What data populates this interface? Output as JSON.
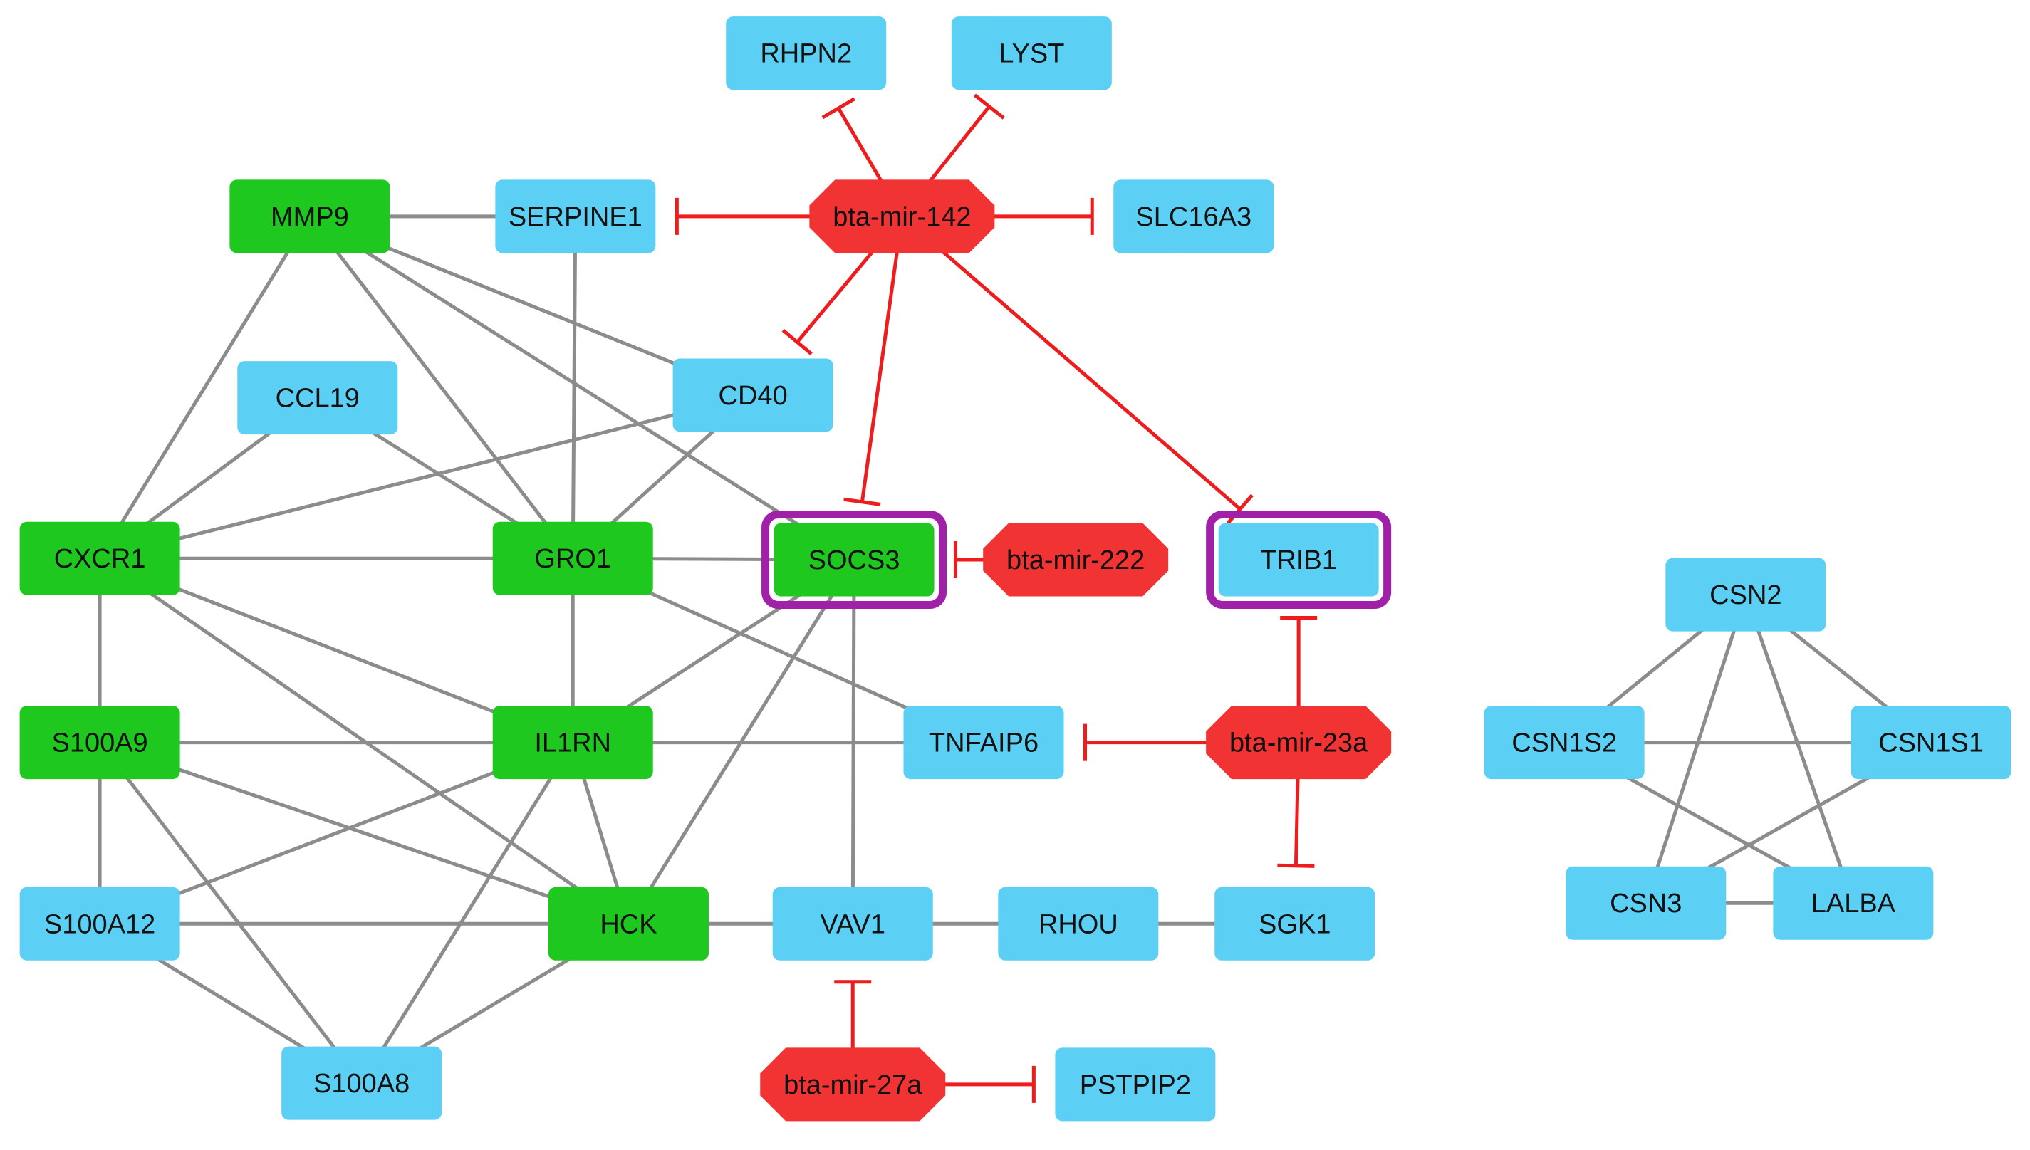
{
  "colors": {
    "gene_blue": "#5bcff4",
    "gene_green": "#1ec81e",
    "mirna_red": "#f23333",
    "highlight_border": "#a020a8",
    "ppi_edge": "#8c8c8c",
    "inhibition_edge": "#ee1c1c"
  },
  "nodes": [
    {
      "id": "RHPN2",
      "label": "RHPN2",
      "kind": "gene",
      "color": "blue"
    },
    {
      "id": "LYST",
      "label": "LYST",
      "kind": "gene",
      "color": "blue"
    },
    {
      "id": "MMP9",
      "label": "MMP9",
      "kind": "gene",
      "color": "green"
    },
    {
      "id": "SERPINE1",
      "label": "SERPINE1",
      "kind": "gene",
      "color": "blue"
    },
    {
      "id": "mir142",
      "label": "bta-mir-142",
      "kind": "mirna"
    },
    {
      "id": "SLC16A3",
      "label": "SLC16A3",
      "kind": "gene",
      "color": "blue"
    },
    {
      "id": "CCL19",
      "label": "CCL19",
      "kind": "gene",
      "color": "blue"
    },
    {
      "id": "CD40",
      "label": "CD40",
      "kind": "gene",
      "color": "blue"
    },
    {
      "id": "CXCR1",
      "label": "CXCR1",
      "kind": "gene",
      "color": "green"
    },
    {
      "id": "GRO1",
      "label": "GRO1",
      "kind": "gene",
      "color": "green"
    },
    {
      "id": "SOCS3",
      "label": "SOCS3",
      "kind": "gene",
      "color": "green",
      "highlight": true
    },
    {
      "id": "mir222",
      "label": "bta-mir-222",
      "kind": "mirna"
    },
    {
      "id": "TRIB1",
      "label": "TRIB1",
      "kind": "gene",
      "color": "blue",
      "highlight": true
    },
    {
      "id": "CSN2",
      "label": "CSN2",
      "kind": "gene",
      "color": "blue"
    },
    {
      "id": "S100A9",
      "label": "S100A9",
      "kind": "gene",
      "color": "green"
    },
    {
      "id": "IL1RN",
      "label": "IL1RN",
      "kind": "gene",
      "color": "green"
    },
    {
      "id": "TNFAIP6",
      "label": "TNFAIP6",
      "kind": "gene",
      "color": "blue"
    },
    {
      "id": "mir23a",
      "label": "bta-mir-23a",
      "kind": "mirna"
    },
    {
      "id": "CSN1S2",
      "label": "CSN1S2",
      "kind": "gene",
      "color": "blue"
    },
    {
      "id": "CSN1S1",
      "label": "CSN1S1",
      "kind": "gene",
      "color": "blue"
    },
    {
      "id": "S100A12",
      "label": "S100A12",
      "kind": "gene",
      "color": "blue"
    },
    {
      "id": "HCK",
      "label": "HCK",
      "kind": "gene",
      "color": "green"
    },
    {
      "id": "VAV1",
      "label": "VAV1",
      "kind": "gene",
      "color": "blue"
    },
    {
      "id": "RHOU",
      "label": "RHOU",
      "kind": "gene",
      "color": "blue"
    },
    {
      "id": "SGK1",
      "label": "SGK1",
      "kind": "gene",
      "color": "blue"
    },
    {
      "id": "CSN3",
      "label": "CSN3",
      "kind": "gene",
      "color": "blue"
    },
    {
      "id": "LALBA",
      "label": "LALBA",
      "kind": "gene",
      "color": "blue"
    },
    {
      "id": "S100A8",
      "label": "S100A8",
      "kind": "gene",
      "color": "blue"
    },
    {
      "id": "mir27a",
      "label": "bta-mir-27a",
      "kind": "mirna"
    },
    {
      "id": "PSTPIP2",
      "label": "PSTPIP2",
      "kind": "gene",
      "color": "blue"
    }
  ],
  "interactions": [
    [
      "MMP9",
      "SERPINE1"
    ],
    [
      "MMP9",
      "CXCR1"
    ],
    [
      "MMP9",
      "GRO1"
    ],
    [
      "MMP9",
      "CD40"
    ],
    [
      "MMP9",
      "SOCS3"
    ],
    [
      "SERPINE1",
      "GRO1"
    ],
    [
      "CCL19",
      "CXCR1"
    ],
    [
      "CCL19",
      "GRO1"
    ],
    [
      "CD40",
      "CXCR1"
    ],
    [
      "CD40",
      "GRO1"
    ],
    [
      "CXCR1",
      "GRO1"
    ],
    [
      "CXCR1",
      "S100A9"
    ],
    [
      "CXCR1",
      "IL1RN"
    ],
    [
      "CXCR1",
      "HCK"
    ],
    [
      "GRO1",
      "SOCS3"
    ],
    [
      "GRO1",
      "IL1RN"
    ],
    [
      "GRO1",
      "TNFAIP6"
    ],
    [
      "SOCS3",
      "IL1RN"
    ],
    [
      "SOCS3",
      "HCK"
    ],
    [
      "SOCS3",
      "VAV1"
    ],
    [
      "S100A9",
      "IL1RN"
    ],
    [
      "S100A9",
      "S100A12"
    ],
    [
      "S100A9",
      "HCK"
    ],
    [
      "S100A9",
      "S100A8"
    ],
    [
      "IL1RN",
      "TNFAIP6"
    ],
    [
      "IL1RN",
      "S100A12"
    ],
    [
      "IL1RN",
      "HCK"
    ],
    [
      "IL1RN",
      "S100A8"
    ],
    [
      "S100A12",
      "HCK"
    ],
    [
      "S100A12",
      "S100A8"
    ],
    [
      "HCK",
      "VAV1"
    ],
    [
      "HCK",
      "S100A8"
    ],
    [
      "VAV1",
      "RHOU"
    ],
    [
      "RHOU",
      "SGK1"
    ],
    [
      "CSN2",
      "CSN1S2"
    ],
    [
      "CSN2",
      "CSN1S1"
    ],
    [
      "CSN2",
      "CSN3"
    ],
    [
      "CSN2",
      "LALBA"
    ],
    [
      "CSN1S2",
      "CSN1S1"
    ],
    [
      "CSN1S2",
      "LALBA"
    ],
    [
      "CSN1S1",
      "CSN3"
    ],
    [
      "CSN3",
      "LALBA"
    ]
  ],
  "inhibitions": [
    [
      "mir142",
      "RHPN2"
    ],
    [
      "mir142",
      "LYST"
    ],
    [
      "mir142",
      "SERPINE1"
    ],
    [
      "mir142",
      "SLC16A3"
    ],
    [
      "mir142",
      "CD40"
    ],
    [
      "mir142",
      "SOCS3"
    ],
    [
      "mir142",
      "TRIB1"
    ],
    [
      "mir222",
      "SOCS3"
    ],
    [
      "mir23a",
      "TRIB1"
    ],
    [
      "mir23a",
      "TNFAIP6"
    ],
    [
      "mir23a",
      "SGK1"
    ],
    [
      "mir27a",
      "VAV1"
    ],
    [
      "mir27a",
      "PSTPIP2"
    ]
  ]
}
